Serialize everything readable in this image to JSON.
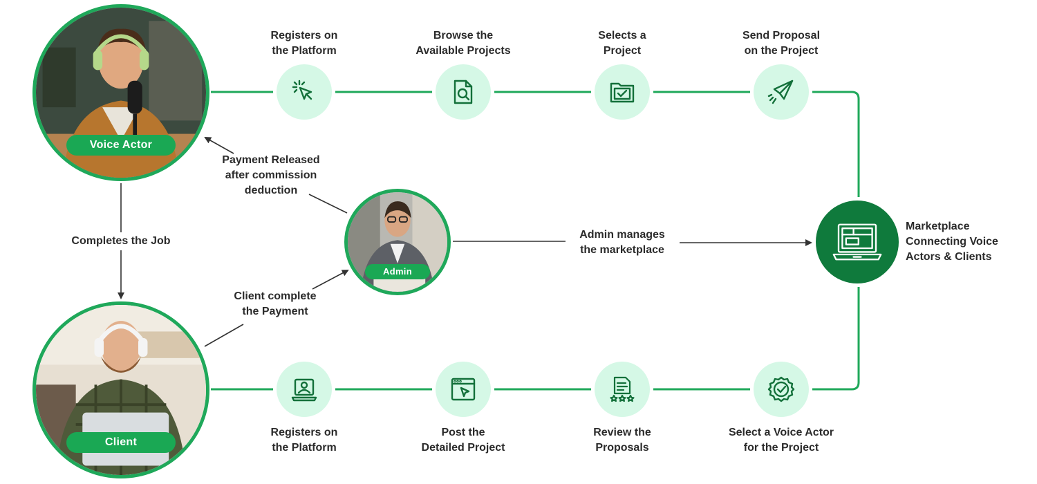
{
  "actors": {
    "voice_actor": "Voice Actor",
    "client": "Client",
    "admin": "Admin"
  },
  "top_steps": [
    {
      "line1": "Registers on",
      "line2": "the Platform",
      "icon": "cursor-click-icon"
    },
    {
      "line1": "Browse the",
      "line2": "Available Projects",
      "icon": "document-search-icon"
    },
    {
      "line1": "Selects a",
      "line2": "Project",
      "icon": "folder-check-icon"
    },
    {
      "line1": "Send Proposal",
      "line2": "on the Project",
      "icon": "paper-plane-icon"
    }
  ],
  "bottom_steps": [
    {
      "line1": "Registers on",
      "line2": "the Platform",
      "icon": "laptop-user-icon"
    },
    {
      "line1": "Post the",
      "line2": "Detailed Project",
      "icon": "browser-cursor-icon"
    },
    {
      "line1": "Review the",
      "line2": "Proposals",
      "icon": "document-stars-icon"
    },
    {
      "line1": "Select a Voice Actor",
      "line2": "for the Project",
      "icon": "check-badge-icon"
    }
  ],
  "flows": {
    "payment_released": [
      "Payment Released",
      "after commission",
      "deduction"
    ],
    "completes_job": "Completes the Job",
    "client_payment": [
      "Client complete",
      "the Payment"
    ],
    "admin_manages": [
      "Admin manages",
      "the marketplace"
    ]
  },
  "hub": {
    "lines": [
      "Marketplace",
      "Connecting Voice",
      "Actors & Clients"
    ],
    "icon": "laptop-dashboard-icon"
  },
  "colors": {
    "accent": "#1fa85a",
    "dark_green": "#0f7a3c",
    "step_bg": "#d5f8e6",
    "icon": "#13703a",
    "arrow": "#333333"
  }
}
